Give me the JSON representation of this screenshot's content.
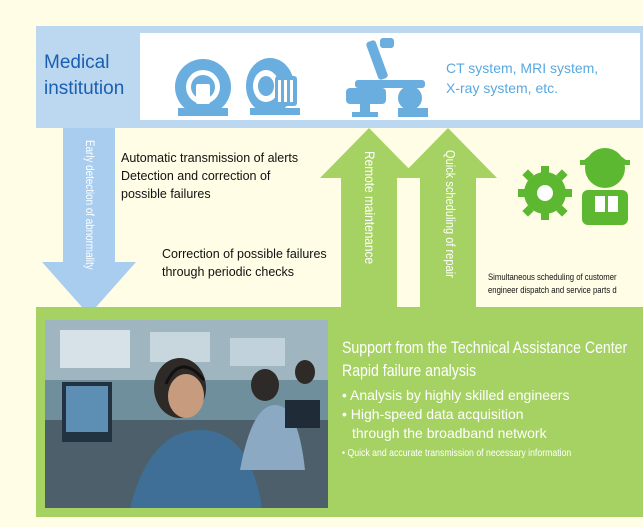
{
  "medical_institution": {
    "label_line1": "Medical",
    "label_line2": "institution",
    "systems_line1": "CT system, MRI system,",
    "systems_line2": "X-ray system, etc."
  },
  "arrows": {
    "down_label": "Early detection of abnormality",
    "up1_label": "Remote maintenance",
    "up2_label": "Quick scheduling of repair"
  },
  "notes": {
    "alert_line1": "Automatic transmission of alerts",
    "alert_line2": "Detection and correction of",
    "alert_line3": "possible failures",
    "periodic_line1": "Correction of possible failures",
    "periodic_line2": "through periodic checks",
    "scheduling_line1": "Simultaneous scheduling of customer",
    "scheduling_line2": "engineer dispatch and service parts d"
  },
  "support_center": {
    "title": "Support from the Technical Assistance Center",
    "subtitle": "Rapid failure analysis",
    "bullets": [
      "• Analysis by highly skilled engineers",
      "• High-speed data acquisition",
      "  through the broadband network",
      "• Quick and accurate transmission of necessary information"
    ]
  },
  "icons": [
    "mri-scanner-icon",
    "ct-scanner-icon",
    "xray-system-icon",
    "gear-engineer-icon",
    "operators-photo"
  ],
  "colors": {
    "background": "#fffde6",
    "top_band": "#bcd8f0",
    "top_panel": "#ffffff",
    "icon_blue": "#6aaee0",
    "arrow_blue": "#a8cdee",
    "arrow_green": "#a6d264",
    "bottom_band": "#a6d264",
    "engineer_green": "#5bb830",
    "label_blue": "#1a5fb0"
  }
}
